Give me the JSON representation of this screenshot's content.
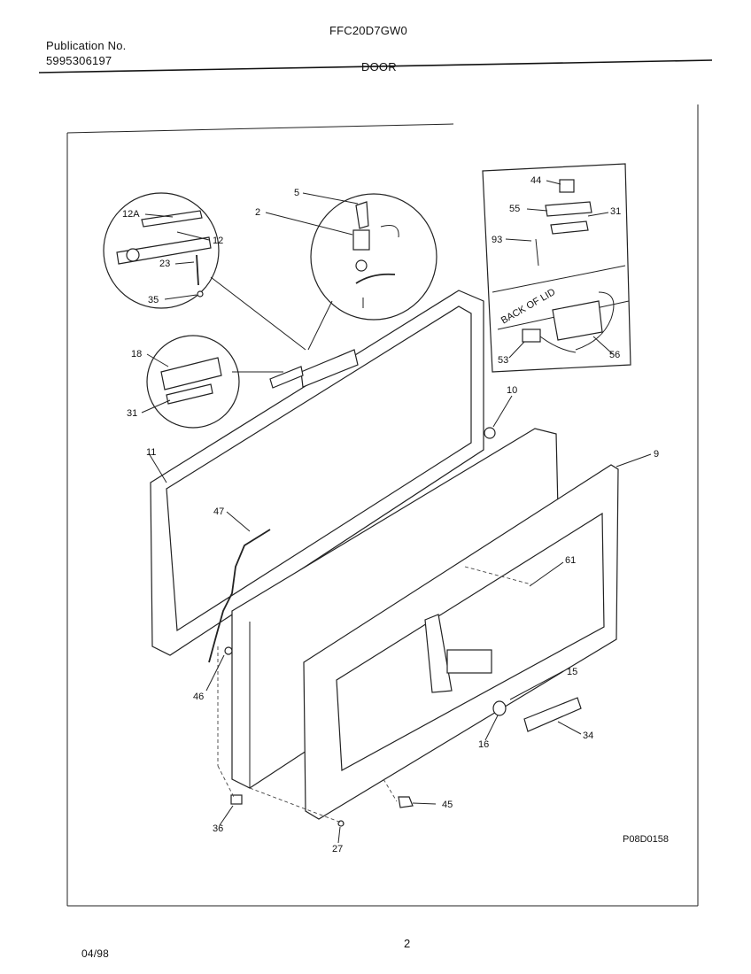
{
  "header": {
    "model": "FFC20D7GW0",
    "publication_label": "Publication No.",
    "publication_number": "5995306197",
    "section": "DOOR"
  },
  "footer": {
    "date": "04/98",
    "page_number": "2"
  },
  "diagram": {
    "drawing_code": "P08D0158",
    "back_of_lid_text": "BACK OF LID",
    "part_callouts": [
      "44",
      "55",
      "31",
      "93",
      "53",
      "56",
      "5",
      "2",
      "12A",
      "12",
      "23",
      "35",
      "18",
      "31",
      "10",
      "11",
      "9",
      "47",
      "61",
      "46",
      "15",
      "16",
      "34",
      "36",
      "45",
      "27"
    ]
  }
}
